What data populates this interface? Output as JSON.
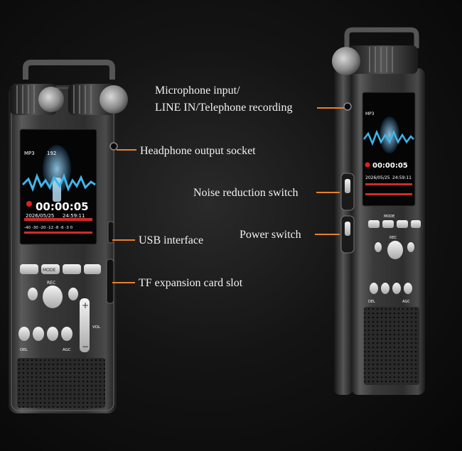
{
  "callouts": {
    "mic_input_line1": "Microphone input/",
    "mic_input_line2": "LINE IN/Telephone recording",
    "headphone": "Headphone output socket",
    "usb": "USB interface",
    "tf_slot": "TF expansion card slot",
    "noise": "Noise reduction switch",
    "power": "Power switch"
  },
  "front_device": {
    "format": "MP3",
    "bitrate": "192",
    "timer": "00:00:05",
    "date": "2026/05/25",
    "time": "24:59:11",
    "meter_scale": "-40 -30 -20 -12 -8 -6 -3 0",
    "btn_mode": "MODE",
    "btn_rec": "REC",
    "btn_del": "DEL",
    "btn_agc": "AGC",
    "btn_vol": "VOL",
    "plus": "+",
    "minus": "−"
  },
  "side_device": {
    "format": "MP3",
    "timer": "00:00:05",
    "date": "2026/05/25",
    "time": "24:59:11",
    "btn_mode": "MODE",
    "btn_rec": "REC",
    "btn_del": "DEL",
    "btn_agc": "AGC"
  },
  "colors": {
    "leader_line": "#e8812a",
    "waveform": "#3fb6e8",
    "record_dot": "#e02020",
    "meter_red": "#d42a2a"
  }
}
